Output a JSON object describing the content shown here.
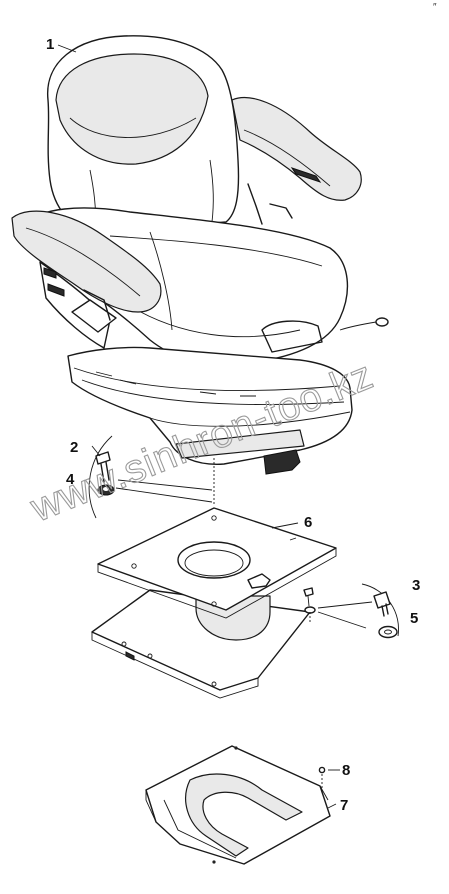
{
  "callouts": [
    {
      "id": "1",
      "label": "1"
    },
    {
      "id": "2",
      "label": "2"
    },
    {
      "id": "3",
      "label": "3"
    },
    {
      "id": "4",
      "label": "4"
    },
    {
      "id": "5",
      "label": "5"
    },
    {
      "id": "6",
      "label": "6"
    },
    {
      "id": "7",
      "label": "7"
    },
    {
      "id": "8",
      "label": "8"
    }
  ],
  "watermark": {
    "text": "www.sinhron-too.kz"
  },
  "corner_mark": "″"
}
